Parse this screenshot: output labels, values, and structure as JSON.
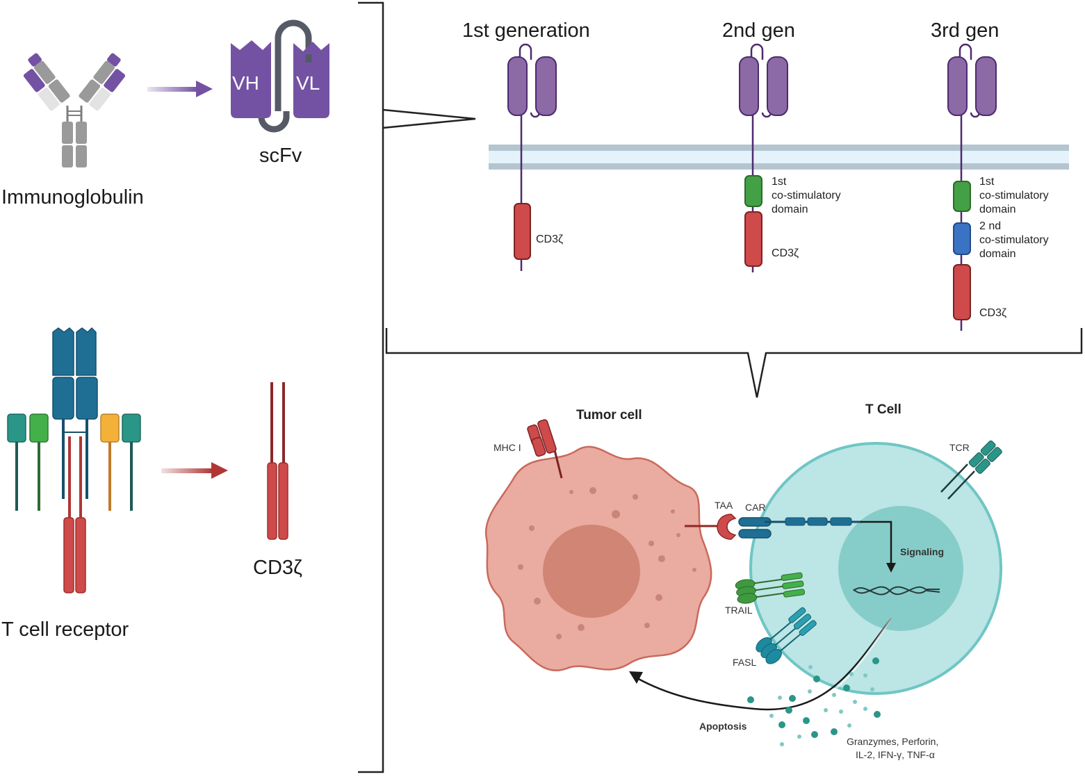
{
  "left": {
    "immunoglobulin_label": "Immunoglobulin",
    "scfv_label": "scFv",
    "vh_label": "VH",
    "vl_label": "VL",
    "tcr_label": "T cell receptor",
    "cd3z_label": "CD3ζ"
  },
  "generations": {
    "gen1_title": "1st generation",
    "gen2_title": "2nd gen",
    "gen3_title": "3rd gen",
    "gen1_cd3z": "CD3ζ",
    "gen2_costim_line1": "1st",
    "gen2_costim_line2": "co-stimulatory",
    "gen2_costim_line3": "domain",
    "gen2_cd3z": "CD3ζ",
    "gen3_costim1_line1": "1st",
    "gen3_costim1_line2": "co-stimulatory",
    "gen3_costim1_line3": "domain",
    "gen3_costim2_line1": "2 nd",
    "gen3_costim2_line2": "co-stimulatory",
    "gen3_costim2_line3": "domain",
    "gen3_cd3z": "CD3ζ"
  },
  "interaction": {
    "tumor_cell_label": "Tumor cell",
    "t_cell_label": "T Cell",
    "mhc_label": "MHC I",
    "tcr_label": "TCR",
    "taa_label": "TAA",
    "car_label": "CAR",
    "signaling_label": "Signaling",
    "trail_label": "TRAIL",
    "fasl_label": "FASL",
    "apoptosis_label": "Apoptosis",
    "cytokines_line1": "Granzymes, Perforin,",
    "cytokines_line2": "IL-2, IFN-γ, TNF-α"
  },
  "colors": {
    "purple": "#7352a3",
    "purple_light": "#8b6aa6",
    "gray": "#8f8f8f",
    "tcr_blue": "#1f6f95",
    "cd3_red": "#cf4a4a",
    "costim_green": "#3f9a3f",
    "costim_blue": "#3b73c4",
    "membrane": "#b4c5d0",
    "tumor": "#eaaba0",
    "tumor_nucleus": "#d08575",
    "tcell": "#bce5e5",
    "tcell_nucleus": "#86cdc9"
  }
}
